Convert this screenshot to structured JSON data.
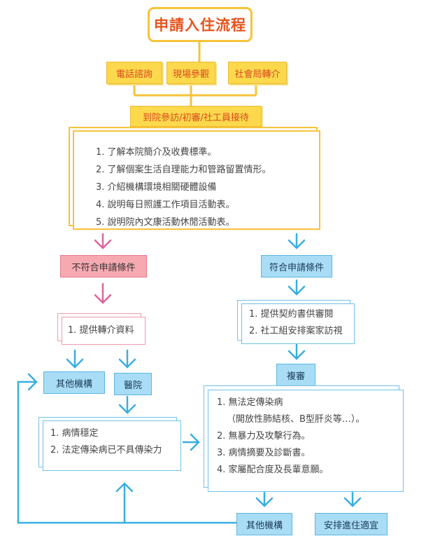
{
  "title": "申請入住流程",
  "sources": [
    "電話諮詢",
    "現場參觀",
    "社會局轉介"
  ],
  "reception": "到院參訪/初審/社工員接待",
  "steps": [
    "1. 了解本院簡介及收費標準。",
    "2. 了解個案生活自理能力和管路留置情形。",
    "3. 介紹機構環境相關硬體設備",
    "4. 說明每日照護工作項目活動表。",
    "5. 說明院內文康活動休閒活動表。"
  ],
  "not_eligible": {
    "label": "不符合申請條件",
    "action": "1. 提供轉介資料",
    "other_institution": "其他機構",
    "hospital": "醫院",
    "conditions": [
      "1. 病情穩定",
      "2. 法定傳染病已不具傳染力"
    ]
  },
  "eligible": {
    "label": "符合申請條件",
    "actions": [
      "1. 提供契約書供審閱",
      "2. 社工組安排案家訪視"
    ],
    "review": "複審",
    "criteria": [
      "1. 無法定傳染病",
      "（開放性肺結核、B型肝炎等…）。",
      "2. 無暴力及攻擊行為。",
      "3. 病情摘要及診斷書。",
      "4. 家屬配合度及長輩意願。"
    ],
    "other_institution": "其他機構",
    "admit": "安排進住適宜"
  },
  "colors": {
    "orange": "#f6c33a",
    "title_text": "#e8531c",
    "pink": "#e0649a",
    "blue": "#3aaee0"
  }
}
